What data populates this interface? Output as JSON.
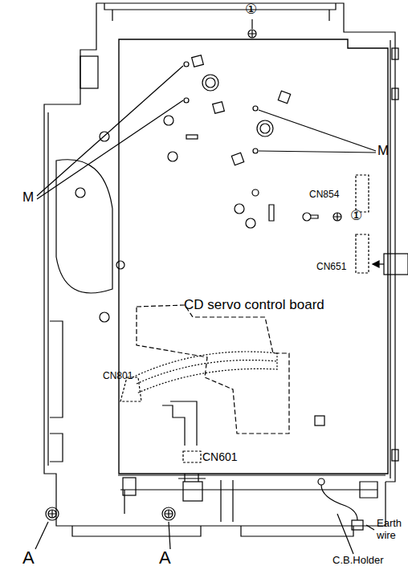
{
  "diagram": {
    "nodes": [
      {
        "text": [
          "CD servo control board"
        ]
      }
    ],
    "labels": [
      "①",
      "M",
      "M",
      "CN854",
      "①",
      "CN651",
      "CN801",
      "CN601",
      "A",
      "A",
      "Earth wire",
      "C.B.Holder"
    ]
  }
}
